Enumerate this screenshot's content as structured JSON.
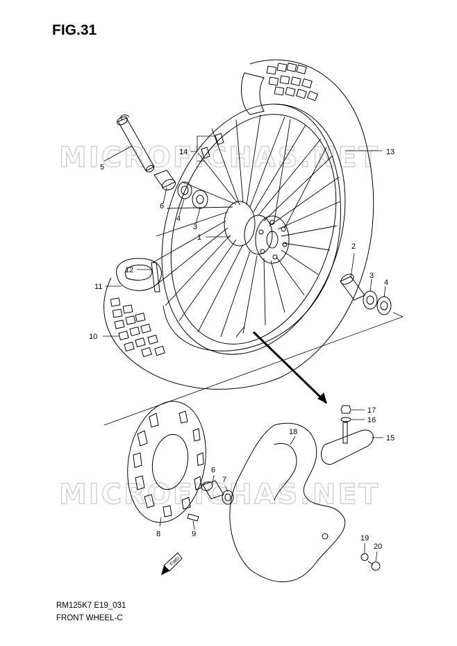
{
  "figure": {
    "title": "FIG.31",
    "model_code": "RM125K7 E19_031",
    "section_name": "FRONT WHEEL-C"
  },
  "watermark": {
    "text": "MICROFICHAS.NET"
  },
  "direction_mark": {
    "text": "FWD"
  },
  "callouts": {
    "c1": "1",
    "c2": "2",
    "c3a": "3",
    "c3b": "3",
    "c4a": "4",
    "c4b": "4",
    "c5": "5",
    "c6a": "6",
    "c6b": "6",
    "c7": "7",
    "c8": "8",
    "c9": "9",
    "c10": "10",
    "c11": "11",
    "c12": "12",
    "c13": "13",
    "c14": "14",
    "c15": "15",
    "c16": "16",
    "c17": "17",
    "c18": "18",
    "c19": "19",
    "c20": "20"
  },
  "colors": {
    "line": "#000000",
    "watermark": "#cfcfcf",
    "background": "#ffffff"
  }
}
